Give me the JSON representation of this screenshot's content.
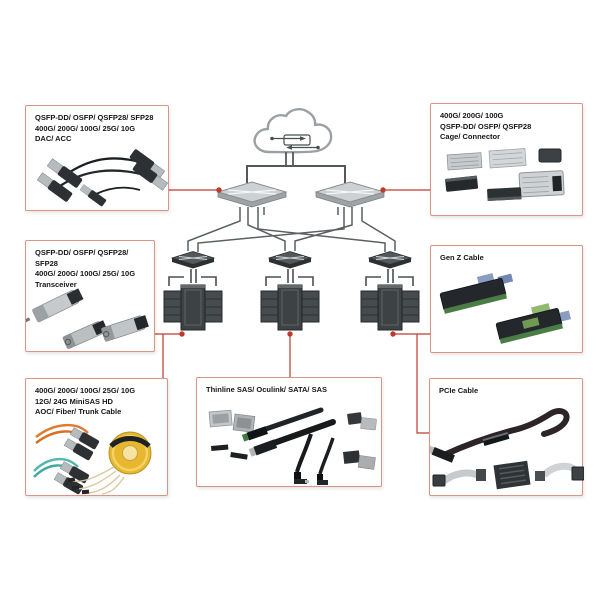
{
  "colors": {
    "background": "#ffffff",
    "box_border": "#dd9383",
    "connector_line": "#bf3a2e",
    "network_gray": "#5a5f62",
    "spine_switch_fill": "#cdd1d3",
    "leaf_switch_fill": "#53585b",
    "server_fill": "#43484b",
    "fiber_spool_yellow": "#e7b72f",
    "aoc_orange": "#e07b2e",
    "aoc_teal": "#52b8ae"
  },
  "boxes": {
    "dac": {
      "lines": [
        "QSFP-DD/ OSFP/ QSFP28/ SFP28",
        "400G/ 200G/ 100G/ 25G/ 10G",
        "DAC/ ACC"
      ]
    },
    "transceiver": {
      "lines": [
        "QSFP-DD/ OSFP/ QSFP28/ SFP28",
        "400G/ 200G/ 100G/ 25G/ 10G",
        "Transceiver"
      ]
    },
    "aoc": {
      "lines": [
        "400G/ 200G/ 100G/ 25G/ 10G",
        "12G/ 24G MiniSAS HD",
        "AOC/ Fiber/ Trunk Cable"
      ]
    },
    "cage": {
      "lines": [
        "400G/ 200G/ 100G",
        "QSFP-DD/ OSFP/ QSFP28",
        "Cage/ Connector"
      ]
    },
    "genz": {
      "lines": [
        "Gen Z Cable"
      ]
    },
    "pcie": {
      "lines": [
        "PCIe Cable"
      ]
    },
    "thinline": {
      "lines": [
        "Thinline SAS/ Oculink/ SATA/ SAS"
      ]
    }
  },
  "network_icons": [
    "cloud-icon",
    "router-icon",
    "spine-switch-icon",
    "leaf-switch-icon",
    "server-rack-icon"
  ]
}
